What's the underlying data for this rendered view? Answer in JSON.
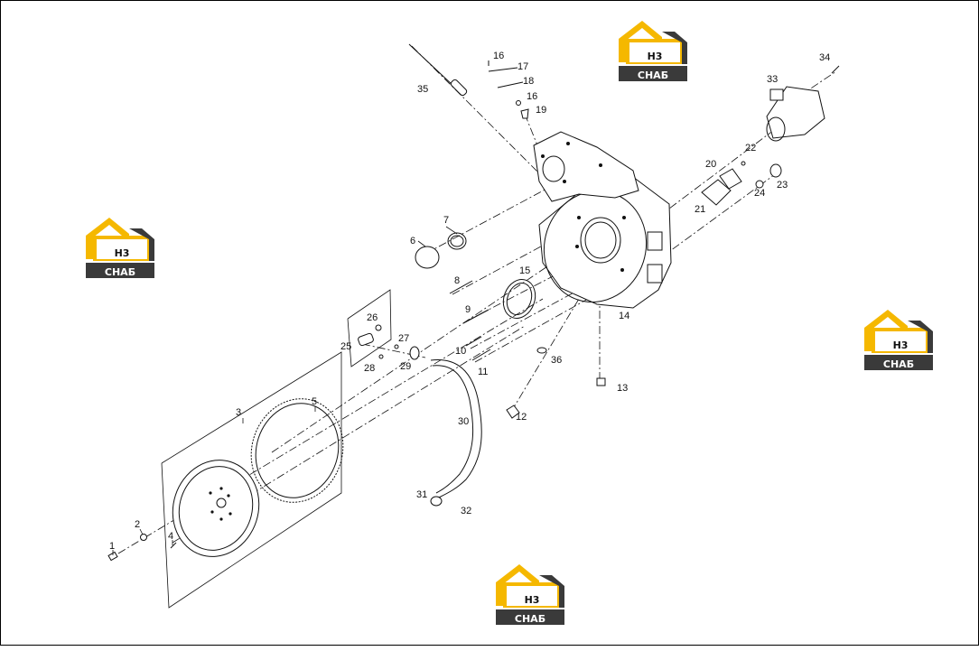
{
  "watermark": {
    "letters": "H3",
    "word": "CHAБ",
    "colors": {
      "accent": "#f5b800",
      "dark": "#3a3a3a",
      "light": "#ffffff"
    }
  },
  "callouts": {
    "c1": "1",
    "c2": "2",
    "c3": "3",
    "c4": "4",
    "c5": "5",
    "c6": "6",
    "c7": "7",
    "c8": "8",
    "c9": "9",
    "c10": "10",
    "c11": "11",
    "c12": "12",
    "c13": "13",
    "c14": "14",
    "c15": "15",
    "c16a": "16",
    "c16b": "16",
    "c17": "17",
    "c18": "18",
    "c19": "19",
    "c20": "20",
    "c21": "21",
    "c22": "22",
    "c23": "23",
    "c24": "24",
    "c25": "25",
    "c26": "26",
    "c27": "27",
    "c28": "28",
    "c29": "29",
    "c30": "30",
    "c31": "31",
    "c32": "32",
    "c33": "33",
    "c34": "34",
    "c35": "35",
    "c36": "36"
  }
}
